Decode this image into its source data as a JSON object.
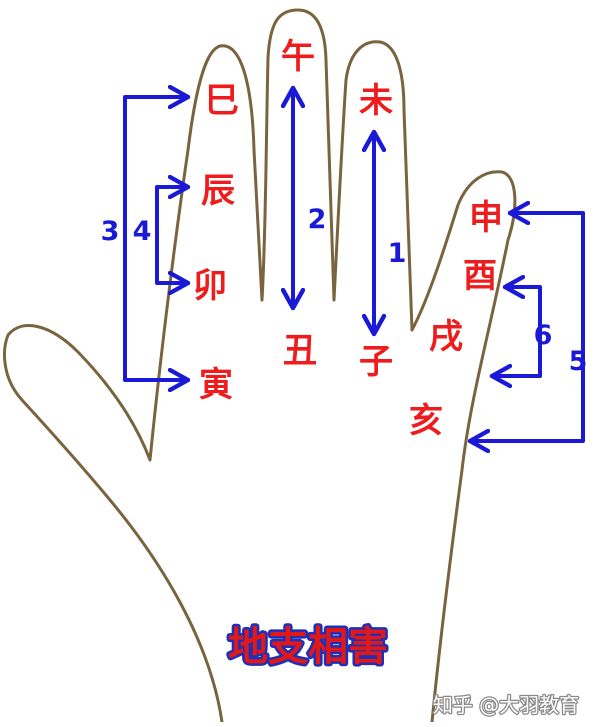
{
  "branches": {
    "si": "巳",
    "wu": "午",
    "wei": "未",
    "chen": "辰",
    "mao": "卯",
    "yin": "寅",
    "chou": "丑",
    "zi": "子",
    "shen": "申",
    "you": "酉",
    "xu": "戌",
    "hai": "亥"
  },
  "pair_numbers": {
    "n1": "1",
    "n2": "2",
    "n3": "3",
    "n4": "4",
    "n5": "5",
    "n6": "6"
  },
  "title": "地支相害",
  "watermark": "知乎 @大羽教育",
  "colors": {
    "branch_text": "#ee1c1c",
    "arrow": "#1a1ad6",
    "hand_outline": "#7a6440",
    "title_fill": "#e01818",
    "title_stroke": "#1f2fb8"
  }
}
